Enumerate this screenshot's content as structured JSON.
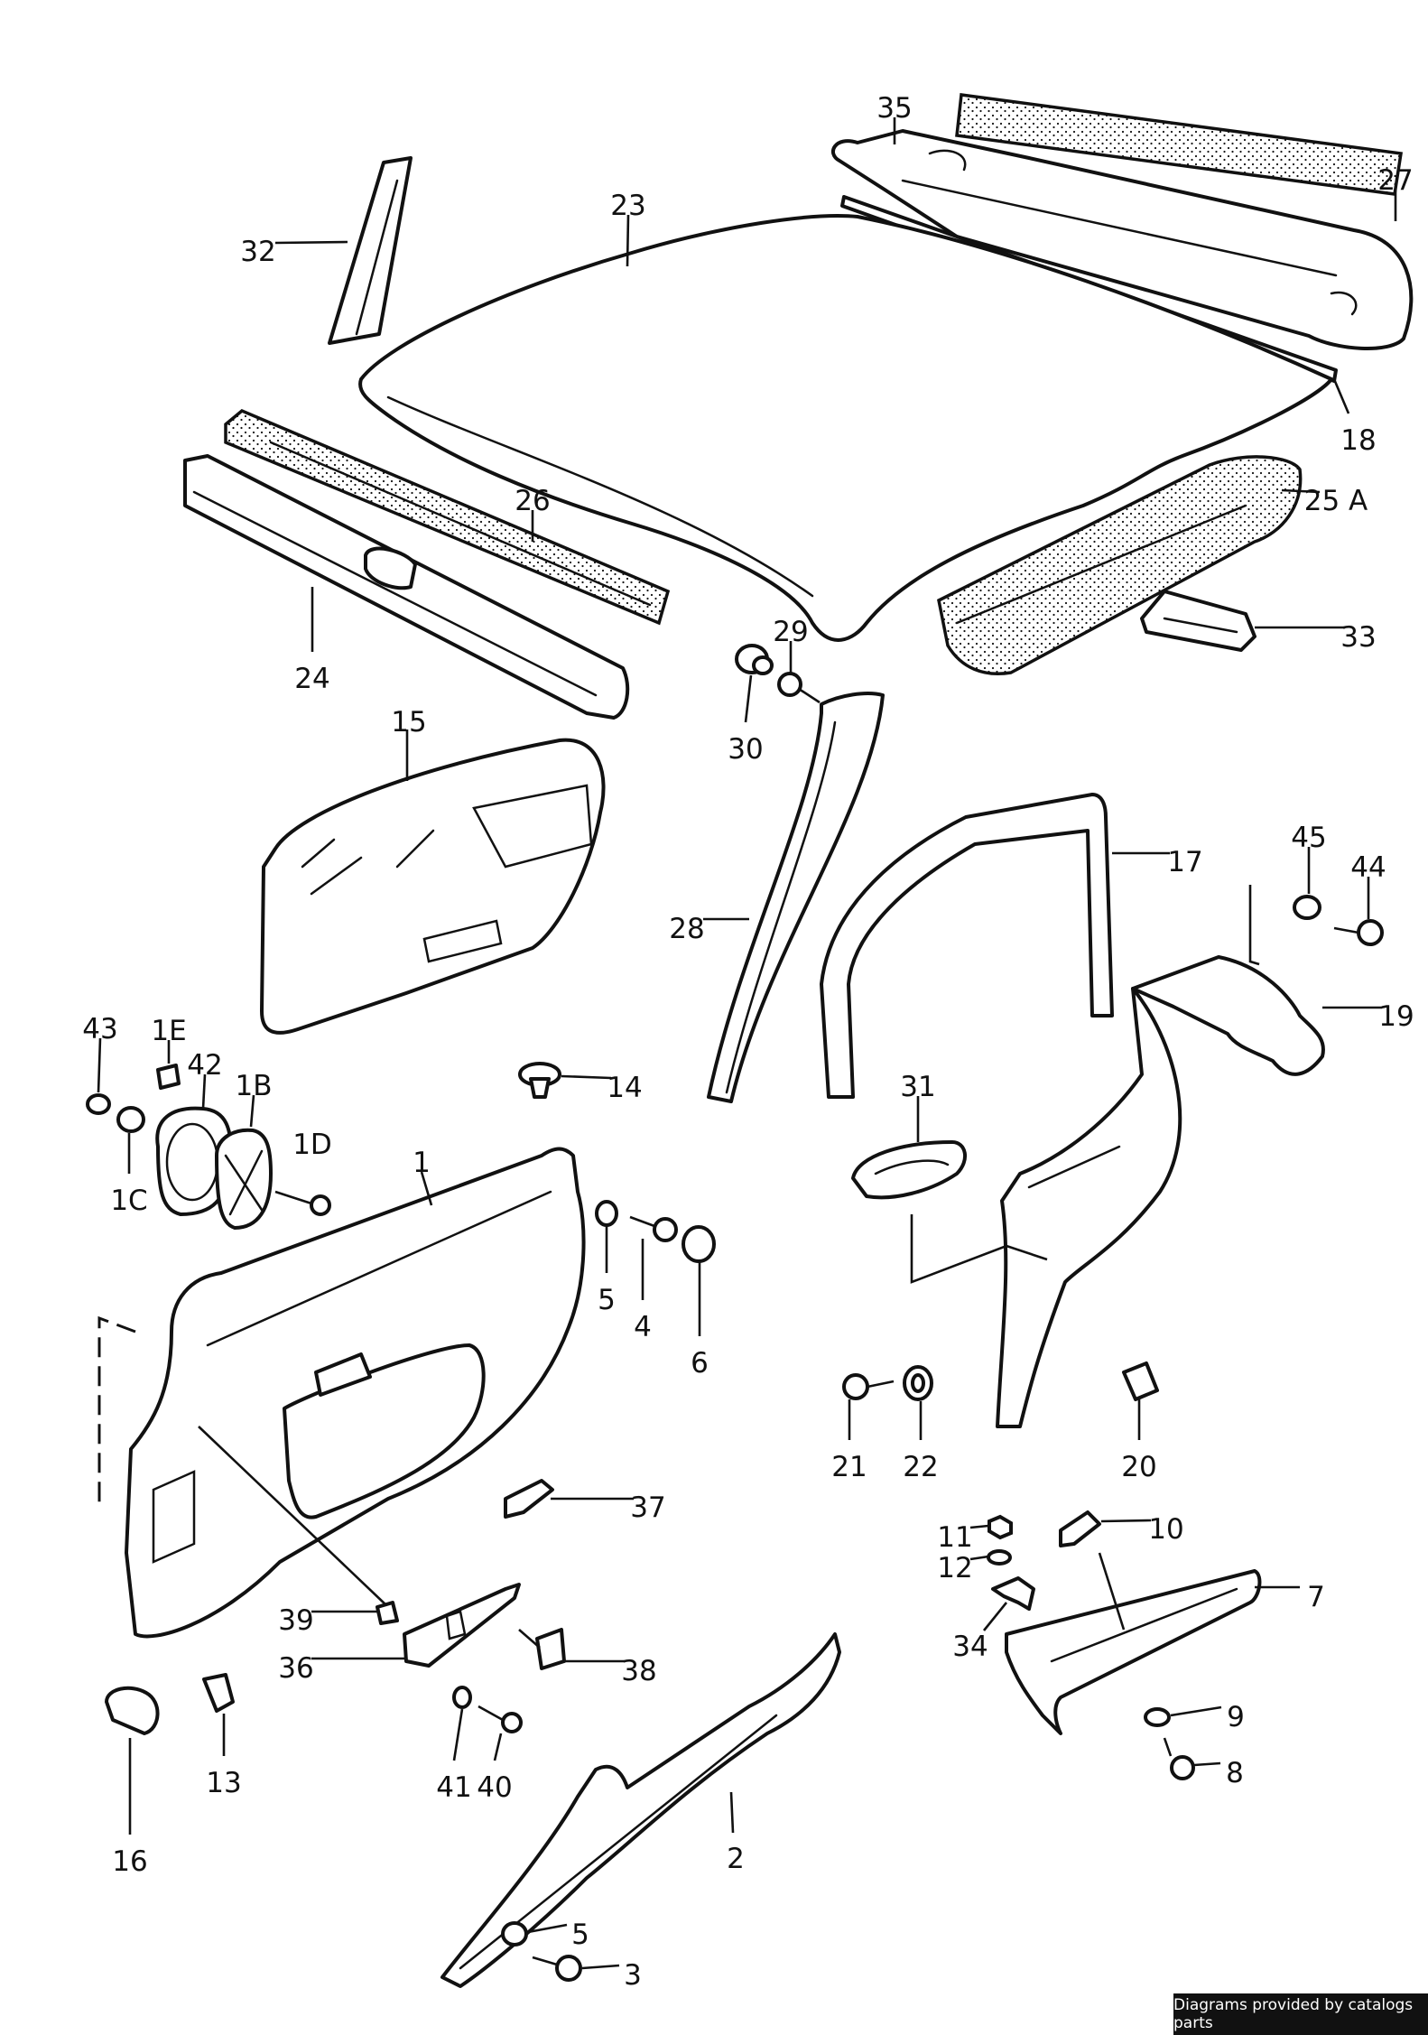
{
  "callouts": [
    {
      "id": "1",
      "label": "1"
    },
    {
      "id": "1B",
      "label": "1B"
    },
    {
      "id": "1C",
      "label": "1C"
    },
    {
      "id": "1D",
      "label": "1D"
    },
    {
      "id": "1E",
      "label": "1E"
    },
    {
      "id": "2",
      "label": "2"
    },
    {
      "id": "3",
      "label": "3"
    },
    {
      "id": "4",
      "label": "4"
    },
    {
      "id": "5a",
      "label": "5"
    },
    {
      "id": "5b",
      "label": "5"
    },
    {
      "id": "6",
      "label": "6"
    },
    {
      "id": "7",
      "label": "7"
    },
    {
      "id": "8",
      "label": "8"
    },
    {
      "id": "9",
      "label": "9"
    },
    {
      "id": "10",
      "label": "10"
    },
    {
      "id": "11",
      "label": "11"
    },
    {
      "id": "12",
      "label": "12"
    },
    {
      "id": "13",
      "label": "13"
    },
    {
      "id": "14",
      "label": "14"
    },
    {
      "id": "15",
      "label": "15"
    },
    {
      "id": "16",
      "label": "16"
    },
    {
      "id": "17",
      "label": "17"
    },
    {
      "id": "18",
      "label": "18"
    },
    {
      "id": "19",
      "label": "19"
    },
    {
      "id": "20",
      "label": "20"
    },
    {
      "id": "21",
      "label": "21"
    },
    {
      "id": "22",
      "label": "22"
    },
    {
      "id": "23",
      "label": "23"
    },
    {
      "id": "24",
      "label": "24"
    },
    {
      "id": "25A",
      "label": "25 A"
    },
    {
      "id": "26",
      "label": "26"
    },
    {
      "id": "27",
      "label": "27"
    },
    {
      "id": "28",
      "label": "28"
    },
    {
      "id": "29",
      "label": "29"
    },
    {
      "id": "30",
      "label": "30"
    },
    {
      "id": "31",
      "label": "31"
    },
    {
      "id": "32",
      "label": "32"
    },
    {
      "id": "33",
      "label": "33"
    },
    {
      "id": "34",
      "label": "34"
    },
    {
      "id": "35",
      "label": "35"
    },
    {
      "id": "36",
      "label": "36"
    },
    {
      "id": "37",
      "label": "37"
    },
    {
      "id": "38",
      "label": "38"
    },
    {
      "id": "39",
      "label": "39"
    },
    {
      "id": "40",
      "label": "40"
    },
    {
      "id": "41",
      "label": "41"
    },
    {
      "id": "42",
      "label": "42"
    },
    {
      "id": "43",
      "label": "43"
    },
    {
      "id": "44",
      "label": "44"
    },
    {
      "id": "45",
      "label": "45"
    }
  ],
  "credit": "Diagrams provided by catalogs parts"
}
